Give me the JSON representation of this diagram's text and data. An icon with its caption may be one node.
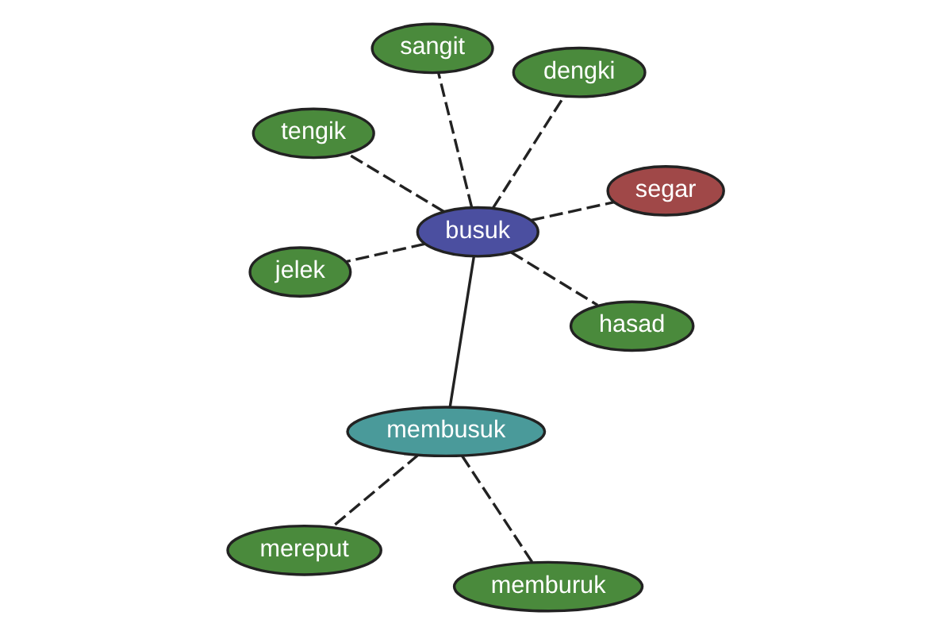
{
  "diagram": {
    "nodes": [
      {
        "text": [
          "mereput"
        ]
      },
      {
        "text": [
          "memburuk"
        ]
      },
      {
        "text": [
          "membusuk"
        ]
      },
      {
        "text": [
          "sangit"
        ]
      },
      {
        "text": [
          "dengki"
        ]
      },
      {
        "text": [
          "busuk"
        ]
      },
      {
        "text": [
          "jelek"
        ]
      },
      {
        "text": [
          "segar"
        ]
      },
      {
        "text": [
          "tengik"
        ]
      },
      {
        "text": [
          "hasad"
        ]
      }
    ],
    "edges": [
      {
        "from": 5,
        "to": 2,
        "arrow": "none"
      },
      {
        "from": 2,
        "to": 0,
        "arrow": "none",
        "style": "dashed"
      },
      {
        "from": 2,
        "to": 1,
        "arrow": "none",
        "style": "dashed"
      },
      {
        "from": 5,
        "to": 3,
        "arrow": "none",
        "style": "dashed"
      },
      {
        "from": 5,
        "to": 4,
        "arrow": "none",
        "style": "dashed"
      },
      {
        "from": 5,
        "to": 6,
        "arrow": "none",
        "style": "dashed"
      },
      {
        "from": 5,
        "to": 7,
        "arrow": "none",
        "style": "dashed"
      },
      {
        "from": 5,
        "to": 8,
        "arrow": "none",
        "style": "dashed"
      },
      {
        "from": 5,
        "to": 9,
        "arrow": "none",
        "style": "dashed"
      }
    ]
  }
}
